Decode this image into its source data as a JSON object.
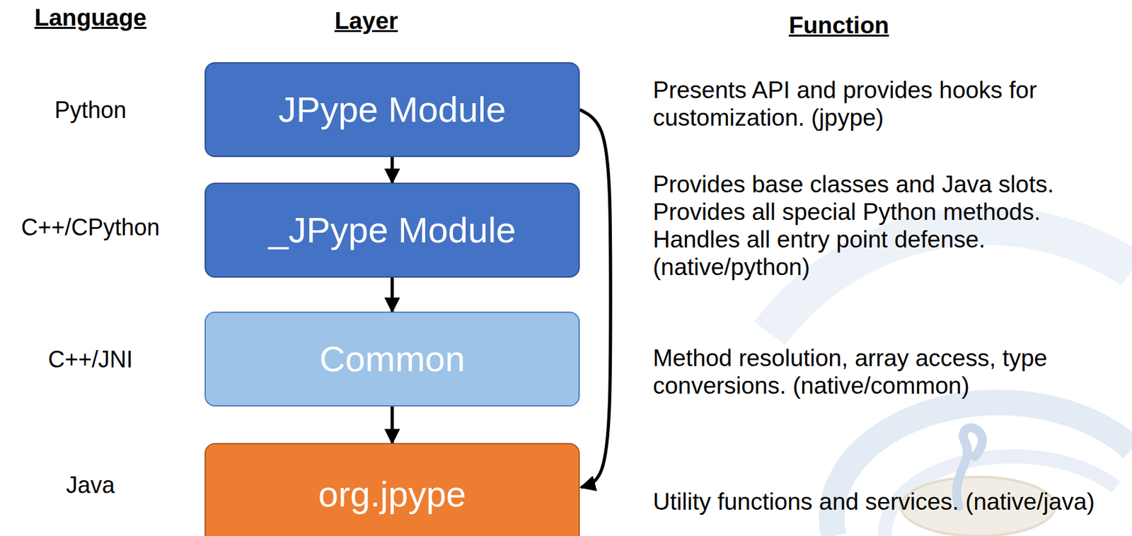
{
  "diagram": {
    "nodes": [
      {
        "text": [
          "JPype Module"
        ]
      },
      {
        "text": [
          "_JPype Module"
        ]
      },
      {
        "text": [
          "Common"
        ]
      },
      {
        "text": [
          "org.jpype"
        ]
      }
    ],
    "edges": [
      {
        "from": 0,
        "to": 1,
        "arrow": "to"
      },
      {
        "from": 1,
        "to": 2,
        "arrow": "to"
      },
      {
        "from": 2,
        "to": 3,
        "arrow": "to"
      },
      {
        "from": 0,
        "to": 3,
        "arrow": "to"
      }
    ],
    "labels": [
      "Language",
      "Layer",
      "Function",
      "Python",
      "C++/CPython",
      "C++/JNI",
      "Java",
      "Presents API and provides hooks for customization. (jpype)",
      "Provides base classes and Java slots. Provides all special Python methods. Handles all entry point defense. (native/python)",
      "Method resolution, array access, type conversions. (native/common)",
      "Utility functions and services. (native/java)"
    ]
  }
}
